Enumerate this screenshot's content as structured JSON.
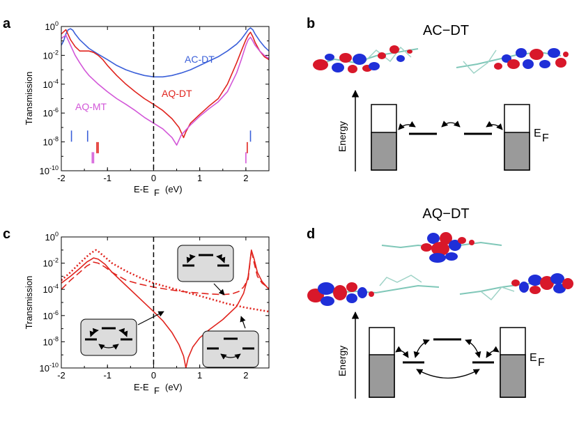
{
  "panels": {
    "a": "a",
    "b": "b",
    "c": "c",
    "d": "d"
  },
  "diagram_b": {
    "title": "AC−DT",
    "energy_label": "Energy",
    "ef_main": "E",
    "ef_sub": "F"
  },
  "diagram_d": {
    "title": "AQ−DT",
    "energy_label": "Energy",
    "ef_main": "E",
    "ef_sub": "F"
  },
  "colors": {
    "blue": "#3a5fd9",
    "red": "#e0231d",
    "magenta": "#d256d8",
    "lobe_red": "#d8182a",
    "lobe_blue": "#1f2fd8",
    "box_fill": "#9a9a9a",
    "inset_fill": "#dcdcdc"
  },
  "chart_data": [
    {
      "panel": "a",
      "type": "line",
      "yscale": "log",
      "xlabel": "E-E F (eV)",
      "xlabel_main": "E-E",
      "xlabel_sub": "F",
      "xlabel_unit": "(eV)",
      "ylabel": "Transmission",
      "xlim": [
        -2,
        2.5
      ],
      "ylim": [
        1e-10,
        1
      ],
      "xticks": [
        -2,
        -1,
        0,
        1,
        2
      ],
      "yticks": [
        {
          "base": "10",
          "exp": "0"
        },
        {
          "base": "10",
          "exp": "-2"
        },
        {
          "base": "10",
          "exp": "-4"
        },
        {
          "base": "10",
          "exp": "-6"
        },
        {
          "base": "10",
          "exp": "-8"
        },
        {
          "base": "10",
          "exp": "-10"
        }
      ],
      "vline_x": 0,
      "series": [
        {
          "name": "AC-DT",
          "color": "#3a5fd9",
          "x": [
            -2.0,
            -1.95,
            -1.9,
            -1.85,
            -1.8,
            -1.75,
            -1.7,
            -1.6,
            -1.5,
            -1.4,
            -1.2,
            -1.0,
            -0.8,
            -0.6,
            -0.4,
            -0.2,
            0.0,
            0.2,
            0.4,
            0.6,
            0.8,
            1.0,
            1.2,
            1.4,
            1.6,
            1.8,
            1.9,
            2.0,
            2.05,
            2.1,
            2.15,
            2.2,
            2.3,
            2.4,
            2.5
          ],
          "y": [
            0.05,
            0.1,
            0.3,
            0.6,
            0.7,
            0.55,
            0.3,
            0.12,
            0.06,
            0.03,
            0.012,
            0.005,
            0.002,
            0.001,
            0.0006,
            0.0004,
            0.00032,
            0.00032,
            0.0004,
            0.0006,
            0.001,
            0.002,
            0.004,
            0.008,
            0.02,
            0.06,
            0.13,
            0.35,
            0.6,
            0.8,
            0.6,
            0.3,
            0.1,
            0.04,
            0.02
          ]
        },
        {
          "name": "AQ-DT",
          "color": "#e0231d",
          "x": [
            -2.0,
            -1.9,
            -1.8,
            -1.7,
            -1.6,
            -1.5,
            -1.4,
            -1.3,
            -1.2,
            -1.1,
            -1.0,
            -0.8,
            -0.6,
            -0.4,
            -0.2,
            0.0,
            0.2,
            0.4,
            0.55,
            0.65,
            0.7,
            0.8,
            1.0,
            1.2,
            1.4,
            1.6,
            1.8,
            1.9,
            2.0,
            2.05,
            2.1,
            2.15,
            2.2,
            2.3,
            2.4,
            2.5
          ],
          "y": [
            0.3,
            0.6,
            0.12,
            0.04,
            0.02,
            0.02,
            0.02,
            0.016,
            0.01,
            0.005,
            0.002,
            0.0004,
            0.0001,
            3e-05,
            1e-05,
            4e-06,
            1.5e-06,
            4e-07,
            1e-07,
            2e-08,
            5e-08,
            2e-07,
            8e-07,
            3e-06,
            1e-05,
            0.0001,
            0.003,
            0.02,
            0.12,
            0.25,
            0.4,
            0.2,
            0.08,
            0.02,
            0.008,
            0.005
          ]
        },
        {
          "name": "AQ-MT",
          "color": "#d256d8",
          "x": [
            -2.0,
            -1.9,
            -1.8,
            -1.7,
            -1.6,
            -1.5,
            -1.4,
            -1.2,
            -1.0,
            -0.8,
            -0.6,
            -0.4,
            -0.2,
            0.0,
            0.2,
            0.4,
            0.5,
            0.6,
            0.8,
            1.0,
            1.2,
            1.4,
            1.6,
            1.8,
            1.9,
            2.0,
            2.05,
            2.1,
            2.15,
            2.2,
            2.3,
            2.4,
            2.5
          ],
          "y": [
            0.15,
            0.25,
            0.05,
            0.01,
            0.003,
            0.001,
            0.0004,
            0.0001,
            3e-05,
            1e-05,
            4e-06,
            1.5e-06,
            5e-07,
            2e-07,
            8e-08,
            2e-08,
            6e-09,
            3e-08,
            1.5e-07,
            6e-07,
            2e-06,
            6e-06,
            3e-05,
            0.0006,
            0.005,
            0.05,
            0.12,
            0.18,
            0.1,
            0.05,
            0.02,
            0.01,
            0.006
          ]
        }
      ],
      "levels": [
        {
          "color": "#3a5fd9",
          "x": [
            -1.78,
            -1.43,
            2.1
          ],
          "ydec": -7.6
        },
        {
          "color": "#e0231d",
          "x": [
            -1.23,
            -1.2,
            2.03
          ],
          "ydec": -8.4
        },
        {
          "color": "#d256d8",
          "x": [
            -1.33,
            -1.3,
            2.0
          ],
          "ydec": -9.1
        }
      ]
    },
    {
      "panel": "c",
      "type": "line",
      "yscale": "log",
      "xlabel": "E-E F (eV)",
      "xlabel_main": "E-E",
      "xlabel_sub": "F",
      "xlabel_unit": "(eV)",
      "ylabel": "Transmission",
      "xlim": [
        -2,
        2.5
      ],
      "ylim": [
        1e-10,
        1
      ],
      "xticks": [
        -2,
        -1,
        0,
        1,
        2
      ],
      "yticks": [
        {
          "base": "10",
          "exp": "0"
        },
        {
          "base": "10",
          "exp": "-2"
        },
        {
          "base": "10",
          "exp": "-4"
        },
        {
          "base": "10",
          "exp": "-6"
        },
        {
          "base": "10",
          "exp": "-8"
        },
        {
          "base": "10",
          "exp": "-10"
        }
      ],
      "vline_x": 0,
      "series": [
        {
          "style": "solid",
          "color": "#e0231d",
          "x": [
            -2.0,
            -1.8,
            -1.6,
            -1.45,
            -1.3,
            -1.2,
            -1.05,
            -0.9,
            -0.6,
            -0.3,
            0.0,
            0.2,
            0.4,
            0.55,
            0.65,
            0.7,
            0.75,
            0.85,
            1.0,
            1.2,
            1.5,
            1.8,
            1.95,
            2.05,
            2.12,
            2.18,
            2.25,
            2.35,
            2.5
          ],
          "y": [
            0.0003,
            0.001,
            0.004,
            0.012,
            0.025,
            0.02,
            0.008,
            0.002,
            0.0002,
            2e-05,
            2e-06,
            4e-07,
            5e-08,
            6e-09,
            8e-10,
            1e-10,
            6e-10,
            4e-09,
            2e-08,
            8e-08,
            5e-07,
            5e-06,
            5e-05,
            0.001,
            0.1,
            0.02,
            0.002,
            0.0004,
            0.0001
          ]
        },
        {
          "style": "dashed",
          "color": "#e0231d",
          "x": [
            -2.0,
            -1.8,
            -1.6,
            -1.45,
            -1.3,
            -1.2,
            -1.05,
            -0.9,
            -0.6,
            -0.3,
            0.0,
            0.3,
            0.6,
            0.9,
            1.2,
            1.5,
            1.7,
            1.85,
            1.95,
            2.05,
            2.12,
            2.18,
            2.25,
            2.35,
            2.5
          ],
          "y": [
            0.0001,
            0.0005,
            0.002,
            0.006,
            0.012,
            0.01,
            0.005,
            0.002,
            0.0005,
            0.00025,
            0.00015,
            0.0001,
            7e-05,
            5.5e-05,
            4.5e-05,
            4e-05,
            4.5e-05,
            7e-05,
            0.00015,
            0.0006,
            0.1,
            0.01,
            0.001,
            0.0003,
            0.00012
          ]
        },
        {
          "style": "dotted",
          "color": "#e0231d",
          "x": [
            -2.0,
            -1.8,
            -1.6,
            -1.4,
            -1.3,
            -1.25,
            -1.2,
            -1.1,
            -0.9,
            -0.6,
            -0.3,
            0.0,
            0.4,
            0.8,
            1.2,
            1.6,
            2.0,
            2.5
          ],
          "y": [
            0.0005,
            0.002,
            0.01,
            0.045,
            0.08,
            0.1,
            0.08,
            0.04,
            0.01,
            0.0025,
            0.0008,
            0.0003,
            0.00012,
            5e-05,
            2e-05,
            8e-06,
            4e-06,
            2e-06
          ]
        }
      ]
    }
  ]
}
